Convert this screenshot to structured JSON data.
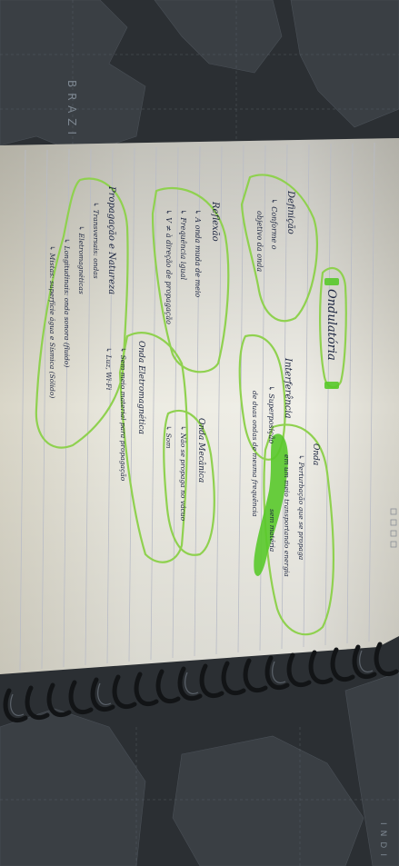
{
  "map_labels": {
    "country": "BRAZI",
    "ocean": "INDI"
  },
  "notes": {
    "title": "Ondulatória",
    "definicao": {
      "heading": "Definição",
      "lines": [
        "↳ Conforme o",
        "objetivo da onda"
      ]
    },
    "reflexao": {
      "heading": "Reflexão",
      "lines": [
        "↳ A onda muda de meio",
        "↳ Frequência igual",
        "↳ V ≠ à direção de propagação"
      ]
    },
    "propagacao": {
      "heading": "Propagação e Natureza",
      "lines": [
        "↳ Transversais: ondas",
        "↳ Eletromagnéticas",
        "↳ Longitudinais: onda sonora (fluido)",
        "↳ Mistas: superfície água e Sísmica (Sólido)"
      ]
    },
    "interferencia": {
      "heading": "Interferência",
      "lines": [
        "↳ Superposição",
        "de duas ondas de mesma frequência"
      ]
    },
    "onda_eletro": {
      "heading": "Onda Eletromagnética",
      "lines": [
        "↳ Sem meio material para propagação",
        "↳ Luz, Wi-Fi"
      ]
    },
    "onda_mecanica": {
      "heading": "Onda Mecânica",
      "lines": [
        "↳ Não se propaga no vácuo",
        "↳ Som"
      ]
    },
    "onda": {
      "heading": "Onda",
      "lines": [
        "↳ Perturbação que se propaga",
        "em um meio transportando energia",
        "sem matéria"
      ]
    }
  }
}
